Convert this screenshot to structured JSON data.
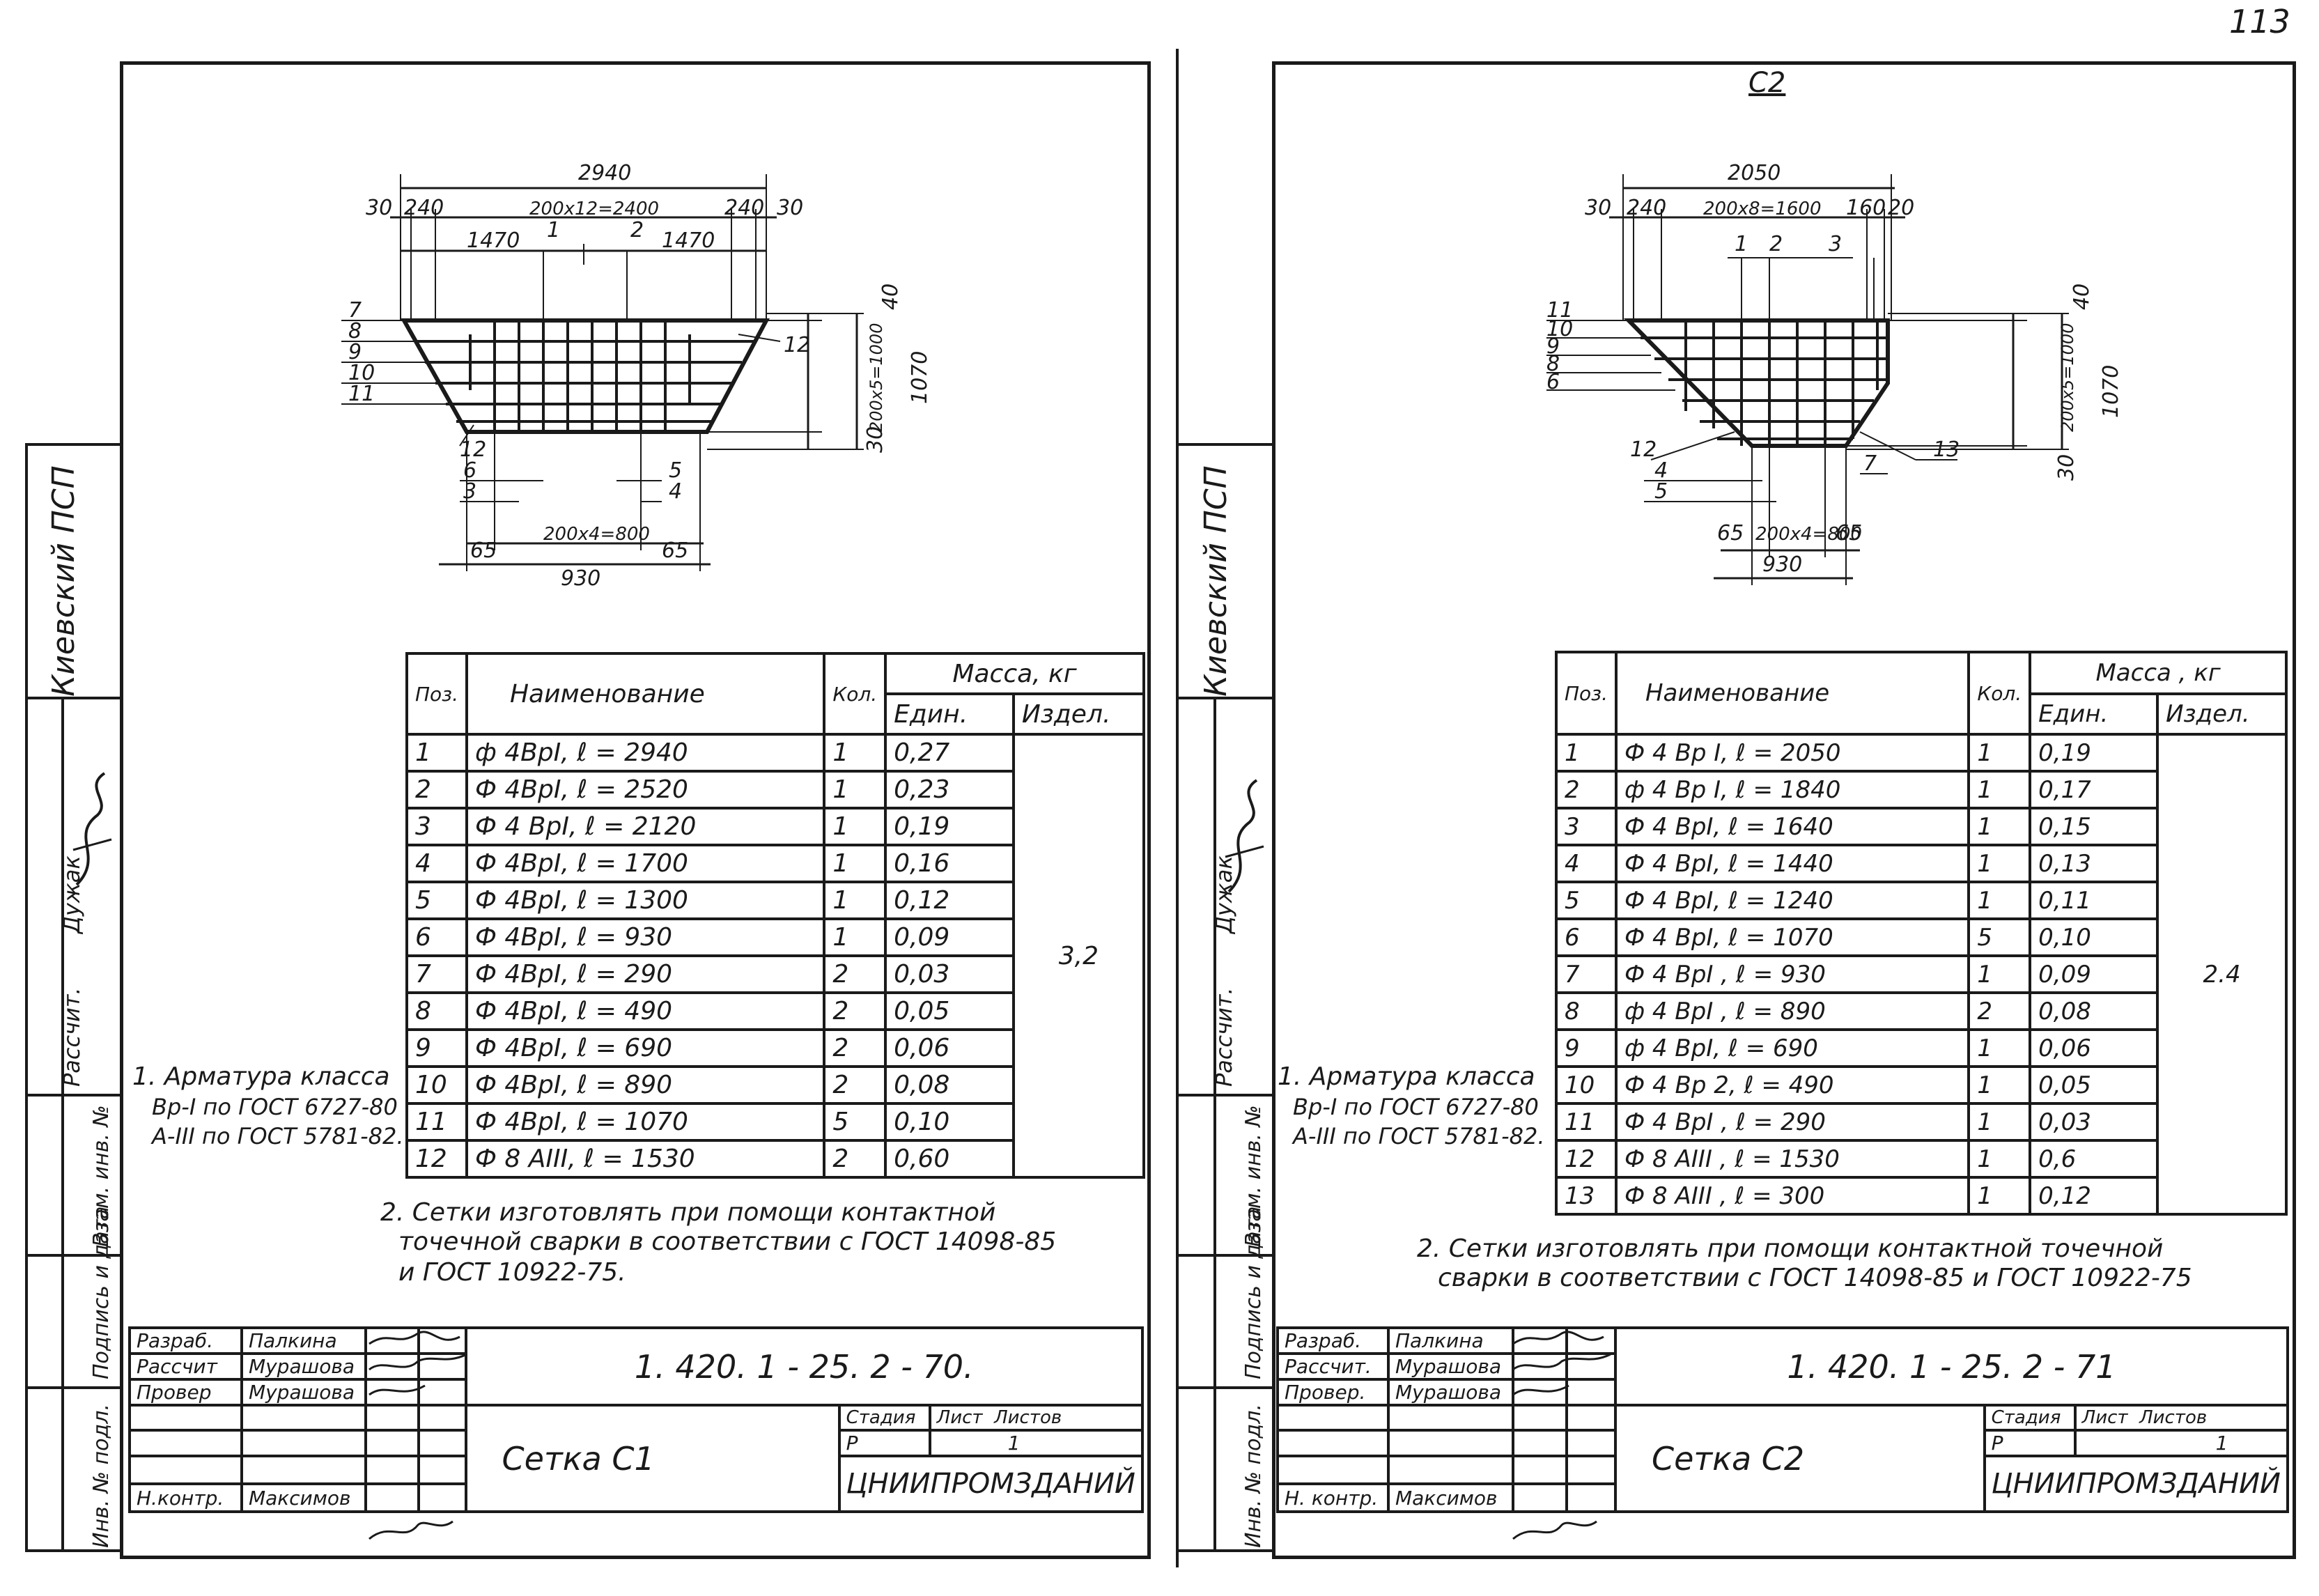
{
  "page_number": "113",
  "sheets": [
    {
      "title": "",
      "org_side": "Киевский ПСП",
      "side_roles": [
        "Рассчит.",
        "Дужак"
      ],
      "side_labels": [
        "Взам. инв. №",
        "Подпись и дата",
        "Инв. № подл."
      ],
      "dims": {
        "overall": "2940",
        "left_edge": "30",
        "left_step": "240",
        "mid": "200x12=2400",
        "right_step": "240",
        "right_edge": "30",
        "half_left": "1470",
        "half_right": "1470",
        "right_top": "40",
        "right_span": "200x5=1000",
        "right_total": "1070",
        "right_bottom": "30",
        "bottom_left": "65",
        "bottom_mid": "200x4=800",
        "bottom_right": "65",
        "bottom_total": "930"
      },
      "left_leaders": [
        "7",
        "8",
        "9",
        "10",
        "11",
        "12",
        "6",
        "3"
      ],
      "right_leaders": [
        "12",
        "5",
        "4"
      ],
      "top_leaders": [
        "1",
        "2"
      ],
      "table": {
        "headers": {
          "pos": "Поз.",
          "name": "Наименование",
          "qty": "Кол.",
          "mass": "Масса, кг",
          "unit": "Един.",
          "item": "Издел."
        },
        "rows": [
          {
            "pos": "1",
            "name": "ф 4ВрI,  ℓ = 2940",
            "qty": "1",
            "unit": "0,27"
          },
          {
            "pos": "2",
            "name": "Ф 4ВрI,  ℓ = 2520",
            "qty": "1",
            "unit": "0,23"
          },
          {
            "pos": "3",
            "name": "Ф 4 ВрI,  ℓ = 2120",
            "qty": "1",
            "unit": "0,19"
          },
          {
            "pos": "4",
            "name": "Ф 4ВрI,  ℓ = 1700",
            "qty": "1",
            "unit": "0,16"
          },
          {
            "pos": "5",
            "name": "Ф 4ВрI,  ℓ = 1300",
            "qty": "1",
            "unit": "0,12"
          },
          {
            "pos": "6",
            "name": "Ф 4ВрI,  ℓ = 930",
            "qty": "1",
            "unit": "0,09"
          },
          {
            "pos": "7",
            "name": "Ф 4ВрI,  ℓ = 290",
            "qty": "2",
            "unit": "0,03"
          },
          {
            "pos": "8",
            "name": "Ф 4ВрI,  ℓ = 490",
            "qty": "2",
            "unit": "0,05"
          },
          {
            "pos": "9",
            "name": "Ф 4ВрI,  ℓ = 690",
            "qty": "2",
            "unit": "0,06"
          },
          {
            "pos": "10",
            "name": "Ф 4ВрI,  ℓ = 890",
            "qty": "2",
            "unit": "0,08"
          },
          {
            "pos": "11",
            "name": "Ф 4ВрI,  ℓ = 1070",
            "qty": "5",
            "unit": "0,10"
          },
          {
            "pos": "12",
            "name": "Ф 8 АIII,  ℓ = 1530",
            "qty": "2",
            "unit": "0,60"
          }
        ],
        "item_mass": "3,2"
      },
      "note1": [
        "1. Арматура класса",
        "Вр-I  по ГОСТ 6727-80",
        "А-III  по ГОСТ 5781-82."
      ],
      "note2": [
        "2. Сетки изготовлять  при помощи контактной",
        "точечной сварки в соответствии с ГОСТ 14098-85",
        "и ГОСТ 10922-75."
      ],
      "stamp": {
        "roles": [
          "Разраб.",
          "Рассчит",
          "Провер",
          "",
          "",
          "",
          "Н.контр."
        ],
        "names": [
          "Палкина",
          "Мурашова",
          "Мурашова",
          "",
          "",
          "",
          "Максимов"
        ],
        "code": "1. 420. 1 - 25. 2 - 70.",
        "title": "Сетка   С1",
        "stage_h": "Стадия",
        "sheet_h": "Лист",
        "sheets_h": "Листов",
        "stage": "Р",
        "sheet": "1",
        "sheets": "",
        "org": "ЦНИИПРОМЗДАНИЙ"
      }
    },
    {
      "title": "С2",
      "org_side": "Киевский ПСП",
      "side_roles": [
        "Рассчит.",
        "Дужак"
      ],
      "side_labels": [
        "Взам. инв. №",
        "Подпись и дата",
        "Инв. № подл."
      ],
      "dims": {
        "overall": "2050",
        "left_edge": "30",
        "left_step": "240",
        "mid": "200x8=1600",
        "right_step": "160",
        "right_edge": "20",
        "right_top": "40",
        "right_span": "200x5=1000",
        "right_total": "1070",
        "right_bottom": "30",
        "bottom_left": "65",
        "bottom_mid": "200x4=800",
        "bottom_right": "65",
        "bottom_total": "930"
      },
      "left_leaders": [
        "11",
        "10",
        "9",
        "8",
        "6",
        "12",
        "4",
        "5"
      ],
      "right_leaders": [
        "13",
        "7"
      ],
      "top_leaders": [
        "1",
        "2",
        "3"
      ],
      "table": {
        "headers": {
          "pos": "Поз.",
          "name": "Наименование",
          "qty": "Кол.",
          "mass": "Масса , кг",
          "unit": "Един.",
          "item": "Издел."
        },
        "rows": [
          {
            "pos": "1",
            "name": "Ф 4 Вр I,  ℓ = 2050",
            "qty": "1",
            "unit": "0,19"
          },
          {
            "pos": "2",
            "name": "ф 4 Вр I,  ℓ = 1840",
            "qty": "1",
            "unit": "0,17"
          },
          {
            "pos": "3",
            "name": "Ф 4 ВрI,  ℓ = 1640",
            "qty": "1",
            "unit": "0,15"
          },
          {
            "pos": "4",
            "name": "Ф 4 ВрI,  ℓ = 1440",
            "qty": "1",
            "unit": "0,13"
          },
          {
            "pos": "5",
            "name": "Ф 4 ВрI,  ℓ = 1240",
            "qty": "1",
            "unit": "0,11"
          },
          {
            "pos": "6",
            "name": "Ф 4  ВрI,  ℓ = 1070",
            "qty": "5",
            "unit": "0,10"
          },
          {
            "pos": "7",
            "name": "Ф 4 ВрI ,  ℓ = 930",
            "qty": "1",
            "unit": "0,09"
          },
          {
            "pos": "8",
            "name": "ф 4 ВрI ,  ℓ = 890",
            "qty": "2",
            "unit": "0,08"
          },
          {
            "pos": "9",
            "name": "ф 4 ВрI,  ℓ = 690",
            "qty": "1",
            "unit": "0,06"
          },
          {
            "pos": "10",
            "name": "Ф 4 Вр 2,  ℓ = 490",
            "qty": "1",
            "unit": "0,05"
          },
          {
            "pos": "11",
            "name": "Ф 4 ВрI ,  ℓ = 290",
            "qty": "1",
            "unit": "0,03"
          },
          {
            "pos": "12",
            "name": "Ф 8 АIII ,  ℓ = 1530",
            "qty": "1",
            "unit": "0,6"
          },
          {
            "pos": "13",
            "name": "Ф 8 АIII ,  ℓ = 300",
            "qty": "1",
            "unit": "0,12"
          }
        ],
        "item_mass": "2.4"
      },
      "note1": [
        "1. Арматура класса",
        "Вр-I  по ГОСТ 6727-80",
        "А-III  по ГОСТ 5781-82."
      ],
      "note2": [
        "2. Сетки изготовлять при помощи  контактной точечной",
        "сварки в соответствии с ГОСТ 14098-85 и ГОСТ 10922-75"
      ],
      "stamp": {
        "roles": [
          "Разраб.",
          "Рассчит.",
          "Провер.",
          "",
          "",
          "",
          "Н. контр."
        ],
        "names": [
          "Палкина",
          "Мурашова",
          "Мурашова",
          "",
          "",
          "",
          "Максимов"
        ],
        "code": "1. 420. 1 - 25. 2 - 71",
        "title": "Сетка    С2",
        "stage_h": "Стадия",
        "sheet_h": "Лист",
        "sheets_h": "Листов",
        "stage": "Р",
        "sheet": "",
        "sheets": "1",
        "org": "ЦНИИПРОМЗДАНИЙ"
      }
    }
  ]
}
